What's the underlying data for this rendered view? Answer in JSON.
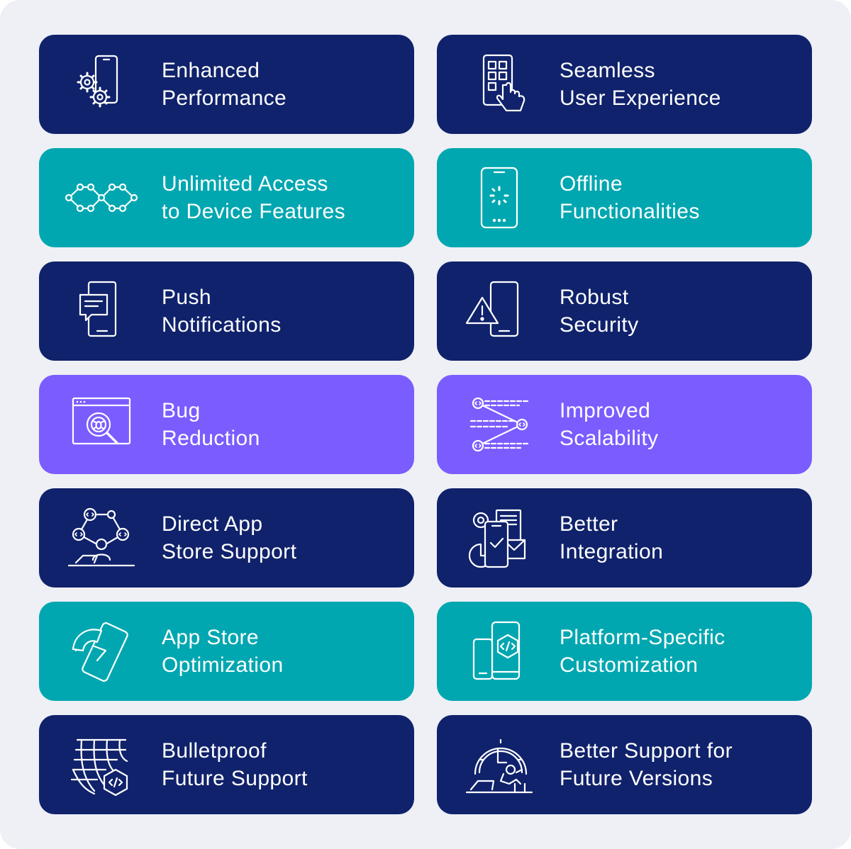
{
  "colors": {
    "navy": "#10226b",
    "teal": "#00a7b0",
    "violet": "#7b5cff",
    "background": "#eef0f5"
  },
  "cards": [
    {
      "line1": "Enhanced",
      "line2": "Performance",
      "color": "navy",
      "icon": "gears-phone-icon"
    },
    {
      "line1": "Seamless",
      "line2": "User Experience",
      "color": "navy",
      "icon": "touch-phone-icon"
    },
    {
      "line1": "Unlimited Access",
      "line2": "to Device Features",
      "color": "teal",
      "icon": "infinity-nodes-icon"
    },
    {
      "line1": "Offline",
      "line2": "Functionalities",
      "color": "teal",
      "icon": "offline-phone-icon"
    },
    {
      "line1": "Push",
      "line2": "Notifications",
      "color": "navy",
      "icon": "chat-phone-icon"
    },
    {
      "line1": "Robust",
      "line2": "Security",
      "color": "navy",
      "icon": "warning-phone-icon"
    },
    {
      "line1": "Bug",
      "line2": "Reduction",
      "color": "violet",
      "icon": "bug-search-icon"
    },
    {
      "line1": "Improved",
      "line2": "Scalability",
      "color": "violet",
      "icon": "code-network-icon"
    },
    {
      "line1": "Direct App",
      "line2": "Store Support",
      "color": "navy",
      "icon": "developer-network-icon"
    },
    {
      "line1": "Better",
      "line2": "Integration",
      "color": "navy",
      "icon": "integration-phone-icon"
    },
    {
      "line1": "App Store",
      "line2": "Optimization",
      "color": "teal",
      "icon": "rotate-phone-icon"
    },
    {
      "line1": "Platform-Specific",
      "line2": "Customization",
      "color": "teal",
      "icon": "code-devices-icon"
    },
    {
      "line1": "Bulletproof",
      "line2": "Future Support",
      "color": "navy",
      "icon": "code-grid-icon"
    },
    {
      "line1": "Better Support for",
      "line2": "Future Versions",
      "color": "navy",
      "icon": "clock-relax-icon"
    }
  ]
}
